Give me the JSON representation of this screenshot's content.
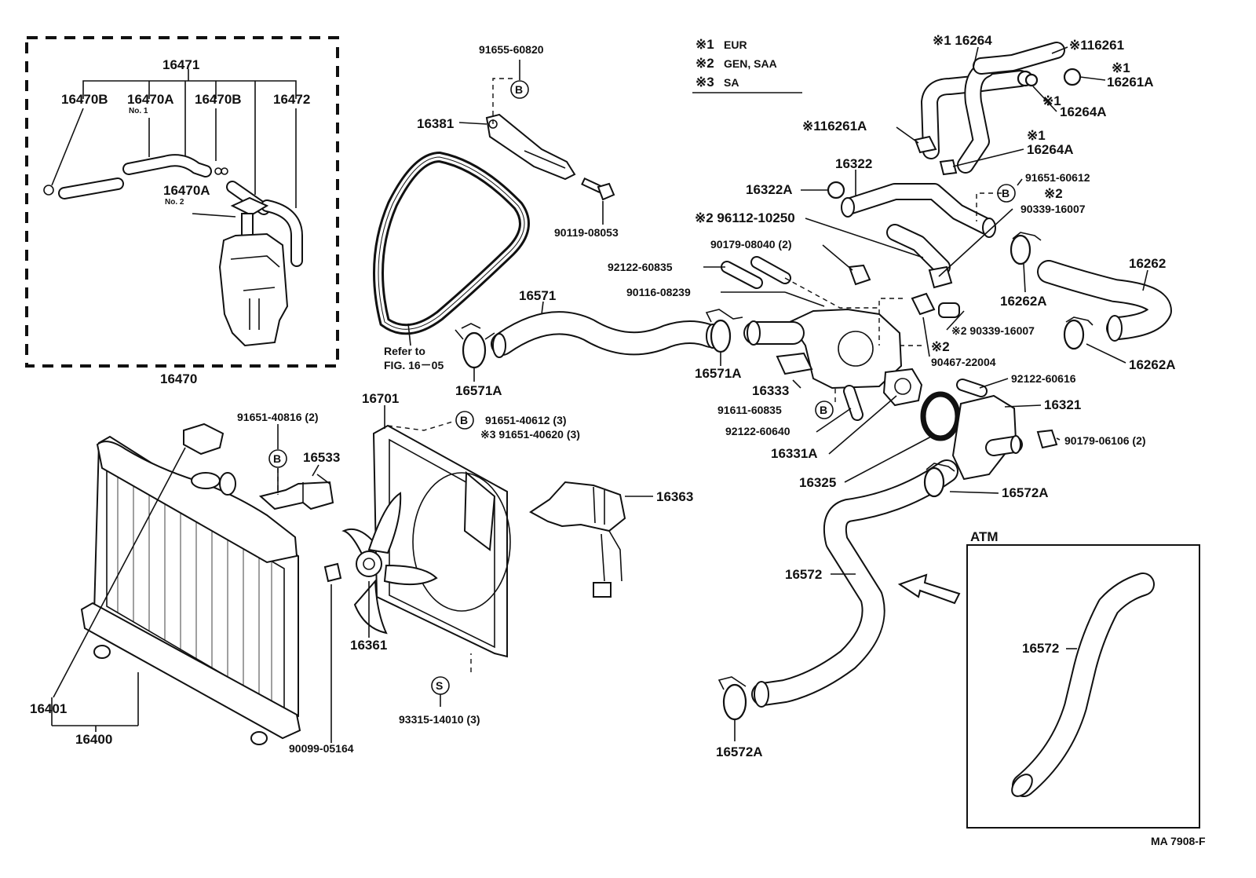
{
  "legend": {
    "r1": {
      "mark": "※1",
      "text": "EUR"
    },
    "r2": {
      "mark": "※2",
      "text": "GEN, SAA"
    },
    "r3": {
      "mark": "※3",
      "text": "SA"
    }
  },
  "labels": {
    "p16471": "16471",
    "p16470B_a": "16470B",
    "p16470A_a": "16470A",
    "no1": "No. 1",
    "p16470B_b": "16470B",
    "p16472": "16472",
    "p16470A_b": "16470A",
    "no2": "No. 2",
    "p16470": "16470",
    "p91655": "91655-60820",
    "p16381": "16381",
    "p90119": "90119-08053",
    "refer": "Refer to",
    "fig": "FIG. 16－05",
    "p16571": "16571",
    "p16571A_a": "16571A",
    "p16571A_b": "16571A",
    "p16264_top": "※1 16264",
    "p16261_top": "※116261",
    "p16261A_top_mark": "※1",
    "p16261A_top": "16261A",
    "p16264A_a_mark": "※1",
    "p16264A_a": "16264A",
    "p16261A_mid": "※116261A",
    "p16264A_b_mark": "※1",
    "p16264A_b": "16264A",
    "p16322": "16322",
    "p16322A": "16322A",
    "p91651_60612": "91651-60612",
    "p90339_top_mark": "※2",
    "p90339_top": "90339-16007",
    "p96112": "※2 96112-10250",
    "p90179_08040": "90179-08040 (2)",
    "p92122_60835": "92122-60835",
    "p90116": "90116-08239",
    "p16262": "16262",
    "p16262A_a": "16262A",
    "p90339_mid": "※2 90339-16007",
    "p90467_mark": "※2",
    "p90467": "90467-22004",
    "p16262A_b": "16262A",
    "p16333": "16333",
    "p91611": "91611-60835",
    "p92122_60640": "92122-60640",
    "p16331A": "16331A",
    "p92122_60616": "92122-60616",
    "p16321": "16321",
    "p90179_06106": "90179-06106 (2)",
    "p16325": "16325",
    "p16572A_a": "16572A",
    "p16572_main": "16572",
    "p16572A_b": "16572A",
    "atm": "ATM",
    "p16572_atm": "16572",
    "p16701": "16701",
    "p91651_40612": "91651-40612 (3)",
    "p91651_40620": "※3 91651-40620 (3)",
    "p16363": "16363",
    "p16361": "16361",
    "p93315": "93315-14010 (3)",
    "p91651_40816": "91651-40816 (2)",
    "p16533": "16533",
    "p16401": "16401",
    "p16400": "16400",
    "p90099": "90099-05164",
    "code": "MA 7908-F"
  },
  "callouts": {
    "b": "B",
    "s": "S"
  }
}
